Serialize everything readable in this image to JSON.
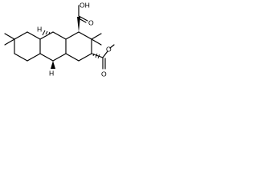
{
  "atoms": {
    "oh": "OH",
    "o_acid": "O",
    "o_ester_carbonyl": "O",
    "o_ester": "O",
    "h_top": "H",
    "h_bottom": "H"
  },
  "colors": {
    "ink": "#000000",
    "background": "#ffffff"
  }
}
